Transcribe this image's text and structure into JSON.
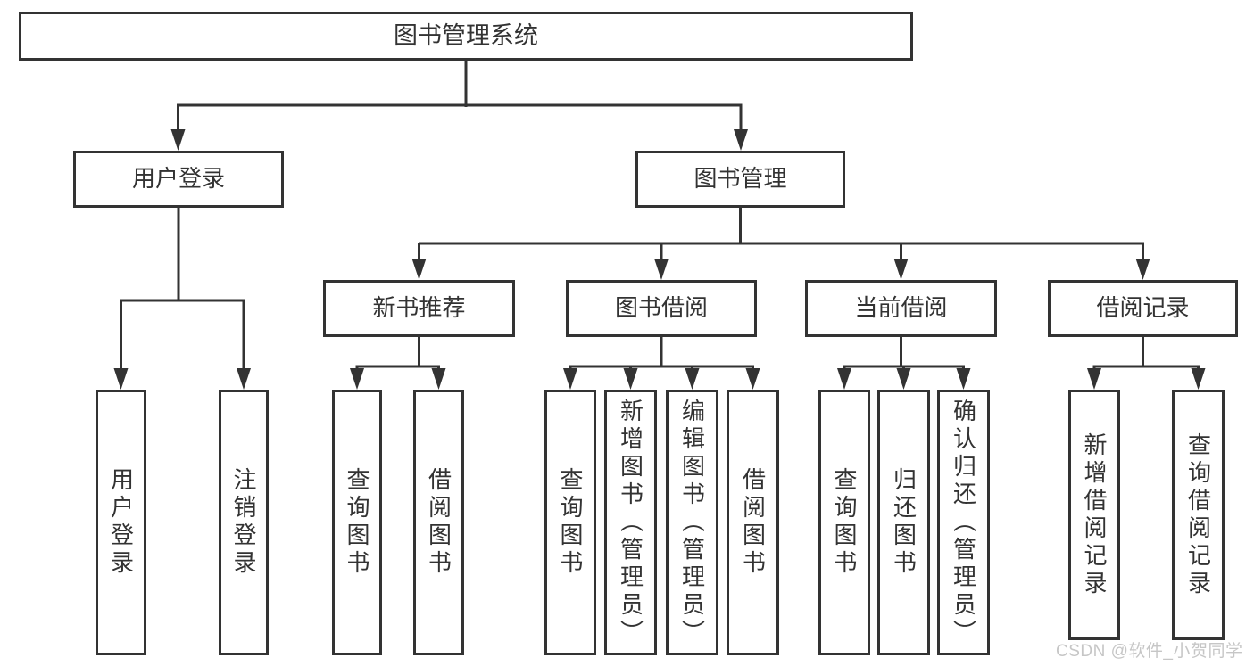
{
  "tree": {
    "root": "图书管理系统",
    "children": [
      {
        "label": "用户登录",
        "leaves": [
          "用户登录",
          "注销登录"
        ]
      },
      {
        "label": "图书管理",
        "children": [
          {
            "label": "新书推荐",
            "leaves": [
              "查询图书",
              "借阅图书"
            ]
          },
          {
            "label": "图书借阅",
            "leaves": [
              "查询图书",
              "新增图书（管理员）",
              "编辑图书（管理员）",
              "借阅图书"
            ]
          },
          {
            "label": "当前借阅",
            "leaves": [
              "查询图书",
              "归还图书",
              "确认归还（管理员）"
            ]
          },
          {
            "label": "借阅记录",
            "leaves": [
              "新增借阅记录",
              "查询借阅记录"
            ]
          }
        ]
      }
    ]
  },
  "watermark": "CSDN @软件_小贺同学",
  "colors": {
    "line": "#333333",
    "box_border": "#333333",
    "box_fill": "#ffffff",
    "text": "#333333",
    "watermark": "#c6c6c6",
    "background": "#ffffff"
  }
}
